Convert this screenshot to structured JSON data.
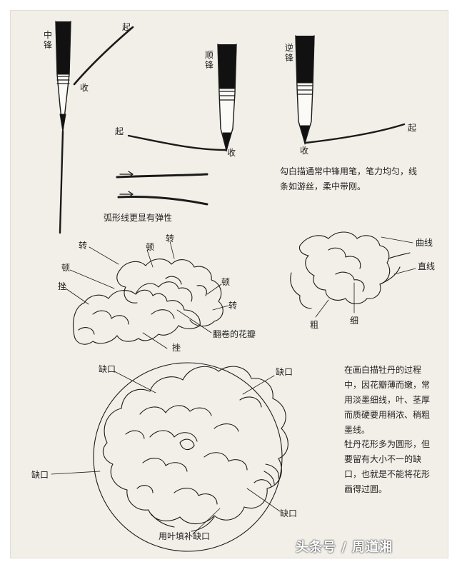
{
  "brush_labels": {
    "center_tip": "中锋",
    "forward_tip": "顺锋",
    "reverse_tip": "逆锋",
    "start_1": "起",
    "end_1": "收",
    "start_2": "起",
    "end_2": "收",
    "start_3": "起",
    "end_3": "收"
  },
  "stroke_note": "勾白描通常中锋用笔，笔力均匀，线条如游丝，柔中带刚。",
  "arc_note": "弧形线更显有弹性",
  "petal_labels": {
    "turn_a": "转",
    "pause_a": "顿",
    "turn_b": "转",
    "pause_b": "顿",
    "press_a": "挫",
    "pause_c": "顿",
    "turn_c": "转",
    "press_b": "挫",
    "curled_petal": "翻卷的花瓣"
  },
  "line_labels": {
    "curve": "曲线",
    "straight": "直线",
    "thick": "粗",
    "thin": "细"
  },
  "peony_labels": {
    "gap_top_left": "缺口",
    "gap_top_right": "缺口",
    "gap_left": "缺口",
    "gap_bottom_right": "缺口",
    "fill_with_leaves": "用叶填补缺口"
  },
  "peony_note_1": "在画白描牡丹的过程中，因花瓣薄而嫩，常用淡墨细线，叶、茎厚而质硬要用稍浓、稍粗墨线。",
  "peony_note_2": "牡丹花形多为圆形，但要留有大小不一的缺口，也就是不能将花形画得过圆。",
  "watermark": "头条号 / 周道湘",
  "colors": {
    "paper": "#f2efe8",
    "ink": "#1a1a1a"
  }
}
